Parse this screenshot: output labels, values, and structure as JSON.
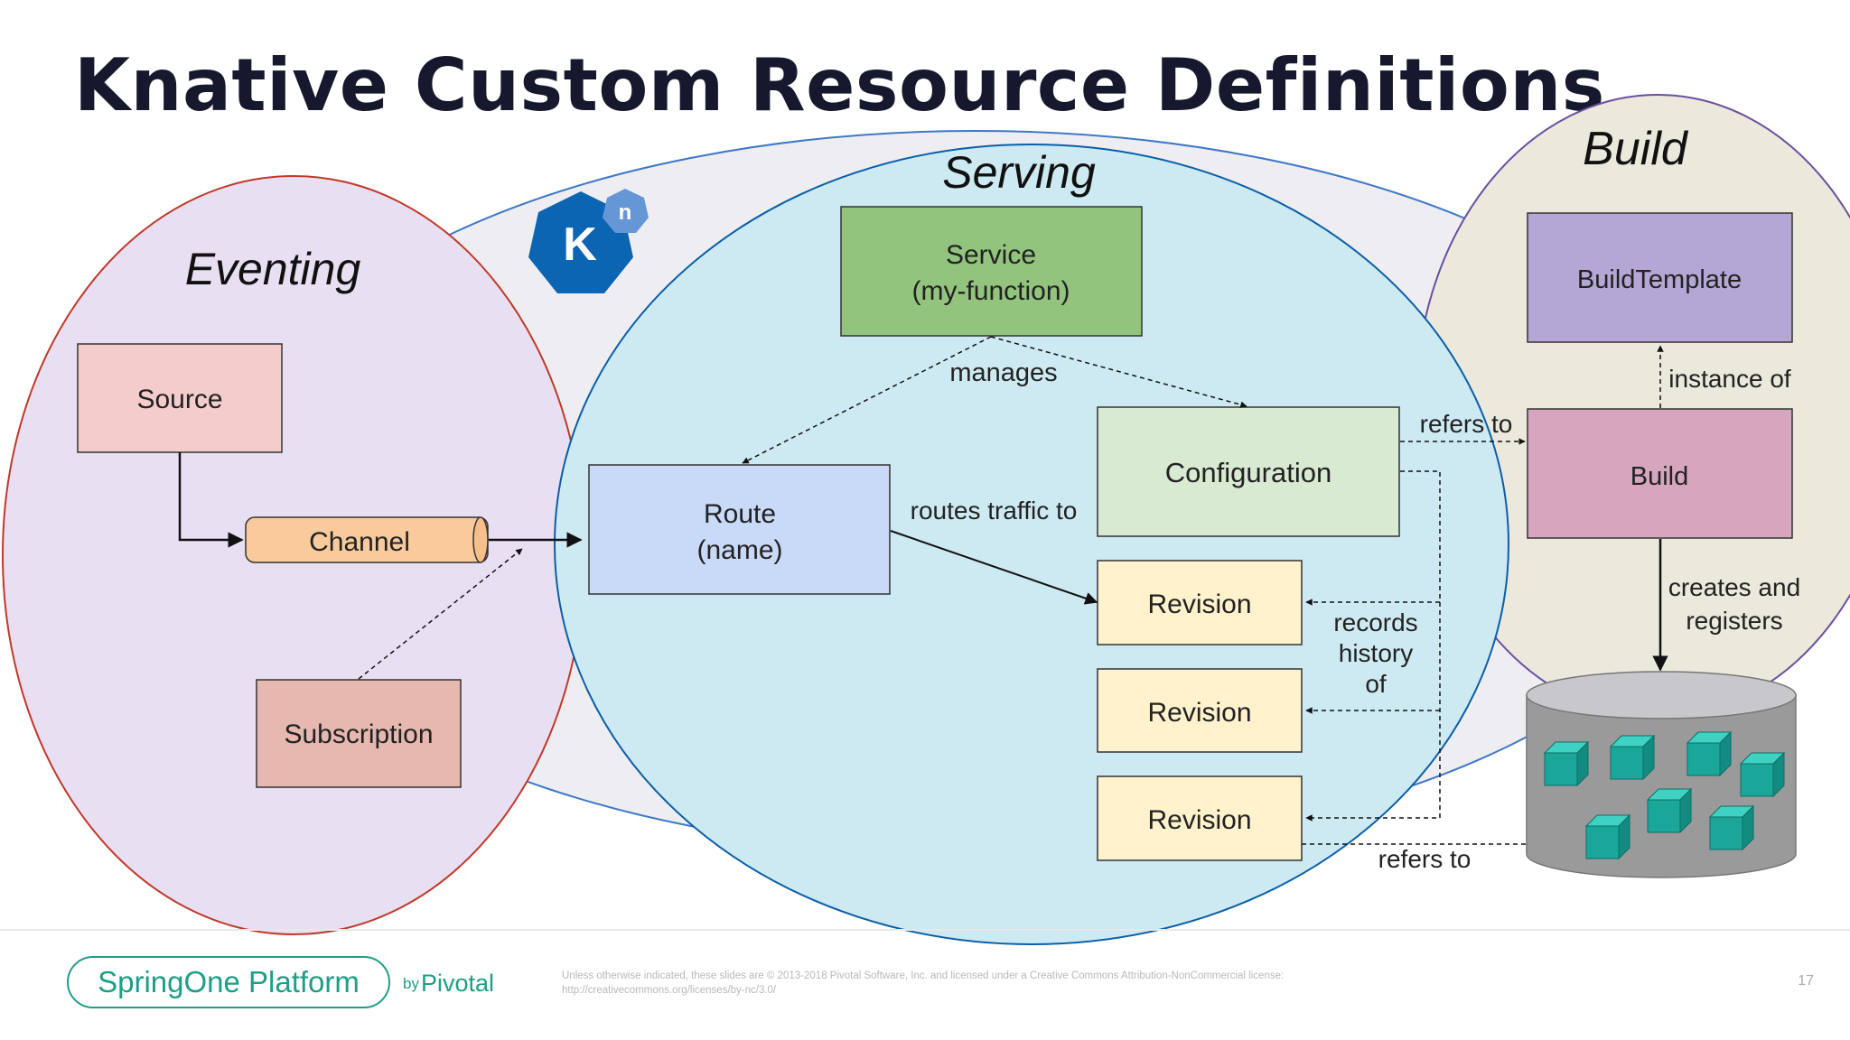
{
  "title": "Knative Custom Resource Definitions",
  "logo": {
    "main_letter": "K",
    "badge_letter": "n",
    "colors": {
      "heptagon": "#0b65b3",
      "badge": "#6597d6"
    }
  },
  "groups": {
    "eventing": "Eventing",
    "serving": "Serving",
    "build": "Build"
  },
  "nodes": {
    "service": [
      "Service",
      "(my-function)"
    ],
    "route": [
      "Route",
      "(name)"
    ],
    "configuration": "Configuration",
    "revision_1": "Revision",
    "revision_2": "Revision",
    "revision_3": "Revision",
    "source": "Source",
    "channel": "Channel",
    "subscription": "Subscription",
    "build_template": "BuildTemplate",
    "build": "Build"
  },
  "edge_labels": {
    "manages": "manages",
    "routes_traffic_to": "routes traffic to",
    "refers_to_build": "refers to",
    "records_history_of": [
      "records",
      "history",
      "of"
    ],
    "instance_of": "instance of",
    "creates_and_registers": [
      "creates and",
      "registers"
    ],
    "refers_to_registry": "refers to"
  },
  "footer": {
    "brand": "SpringOne Platform",
    "by": "by",
    "company": "Pivotal",
    "legal": "Unless otherwise indicated, these slides are © 2013-2018 Pivotal Software, Inc. and licensed under a Creative Commons Attribution-NonCommercial license: http://creativecommons.org/licenses/by-nc/3.0/",
    "page": "17"
  },
  "colors": {
    "eventing_fill": "#e8e0f2",
    "eventing_stroke": "#c0392b",
    "serving_fill": "#cdeaf2",
    "serving_stroke": "#0b5ea8",
    "build_fill": "#ebe8dc",
    "build_stroke": "#6a4fa0",
    "outer_fill": "#eeeef2",
    "outer_stroke": "#3f78c8",
    "service": "#93c47d",
    "route": "#c9daf8",
    "configuration": "#d9ead3",
    "revision": "#fff2cc",
    "source": "#f4cccc",
    "channel": "#f9cb9c",
    "subscription": "#e6b8af",
    "build_template": "#b4a7d6",
    "build_box": "#d5a6bd",
    "cube": "#1aa79a",
    "accent": "#1e9e86"
  }
}
